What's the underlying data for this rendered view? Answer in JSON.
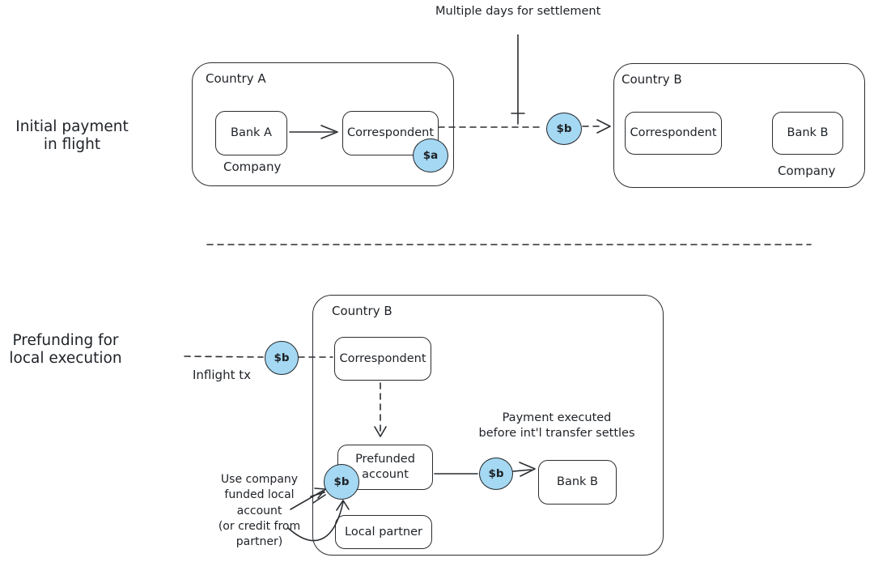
{
  "colors": {
    "stroke": "#2a2d31",
    "badge_fill": "#a5d8f2",
    "badge_stroke": "#22262b",
    "background": "#ffffff"
  },
  "annotations": {
    "settlement": "Multiple days for settlement",
    "payment_executed": "Payment executed\nbefore int'l transfer settles",
    "note": "Use company\nfunded local\naccount\n(or credit from\npartner)",
    "inflight": "Inflight tx"
  },
  "row_initial": {
    "label": "Initial payment\nin flight",
    "country_a": {
      "title": "Country A",
      "bank": "Bank A",
      "correspondent": "Correspondent",
      "company": "Company",
      "badge": "$a"
    },
    "transfer_badge": "$b",
    "country_b": {
      "title": "Country B",
      "correspondent": "Correspondent",
      "bank": "Bank B",
      "company": "Company"
    }
  },
  "row_prefunding": {
    "label": "Prefunding for\nlocal execution",
    "inflight_badge": "$b",
    "country_b": {
      "title": "Country B",
      "correspondent": "Correspondent",
      "prefunded_account": "Prefunded\naccount",
      "prefunded_badge": "$b",
      "transfer_badge": "$b",
      "bank": "Bank B",
      "local_partner": "Local partner"
    }
  }
}
